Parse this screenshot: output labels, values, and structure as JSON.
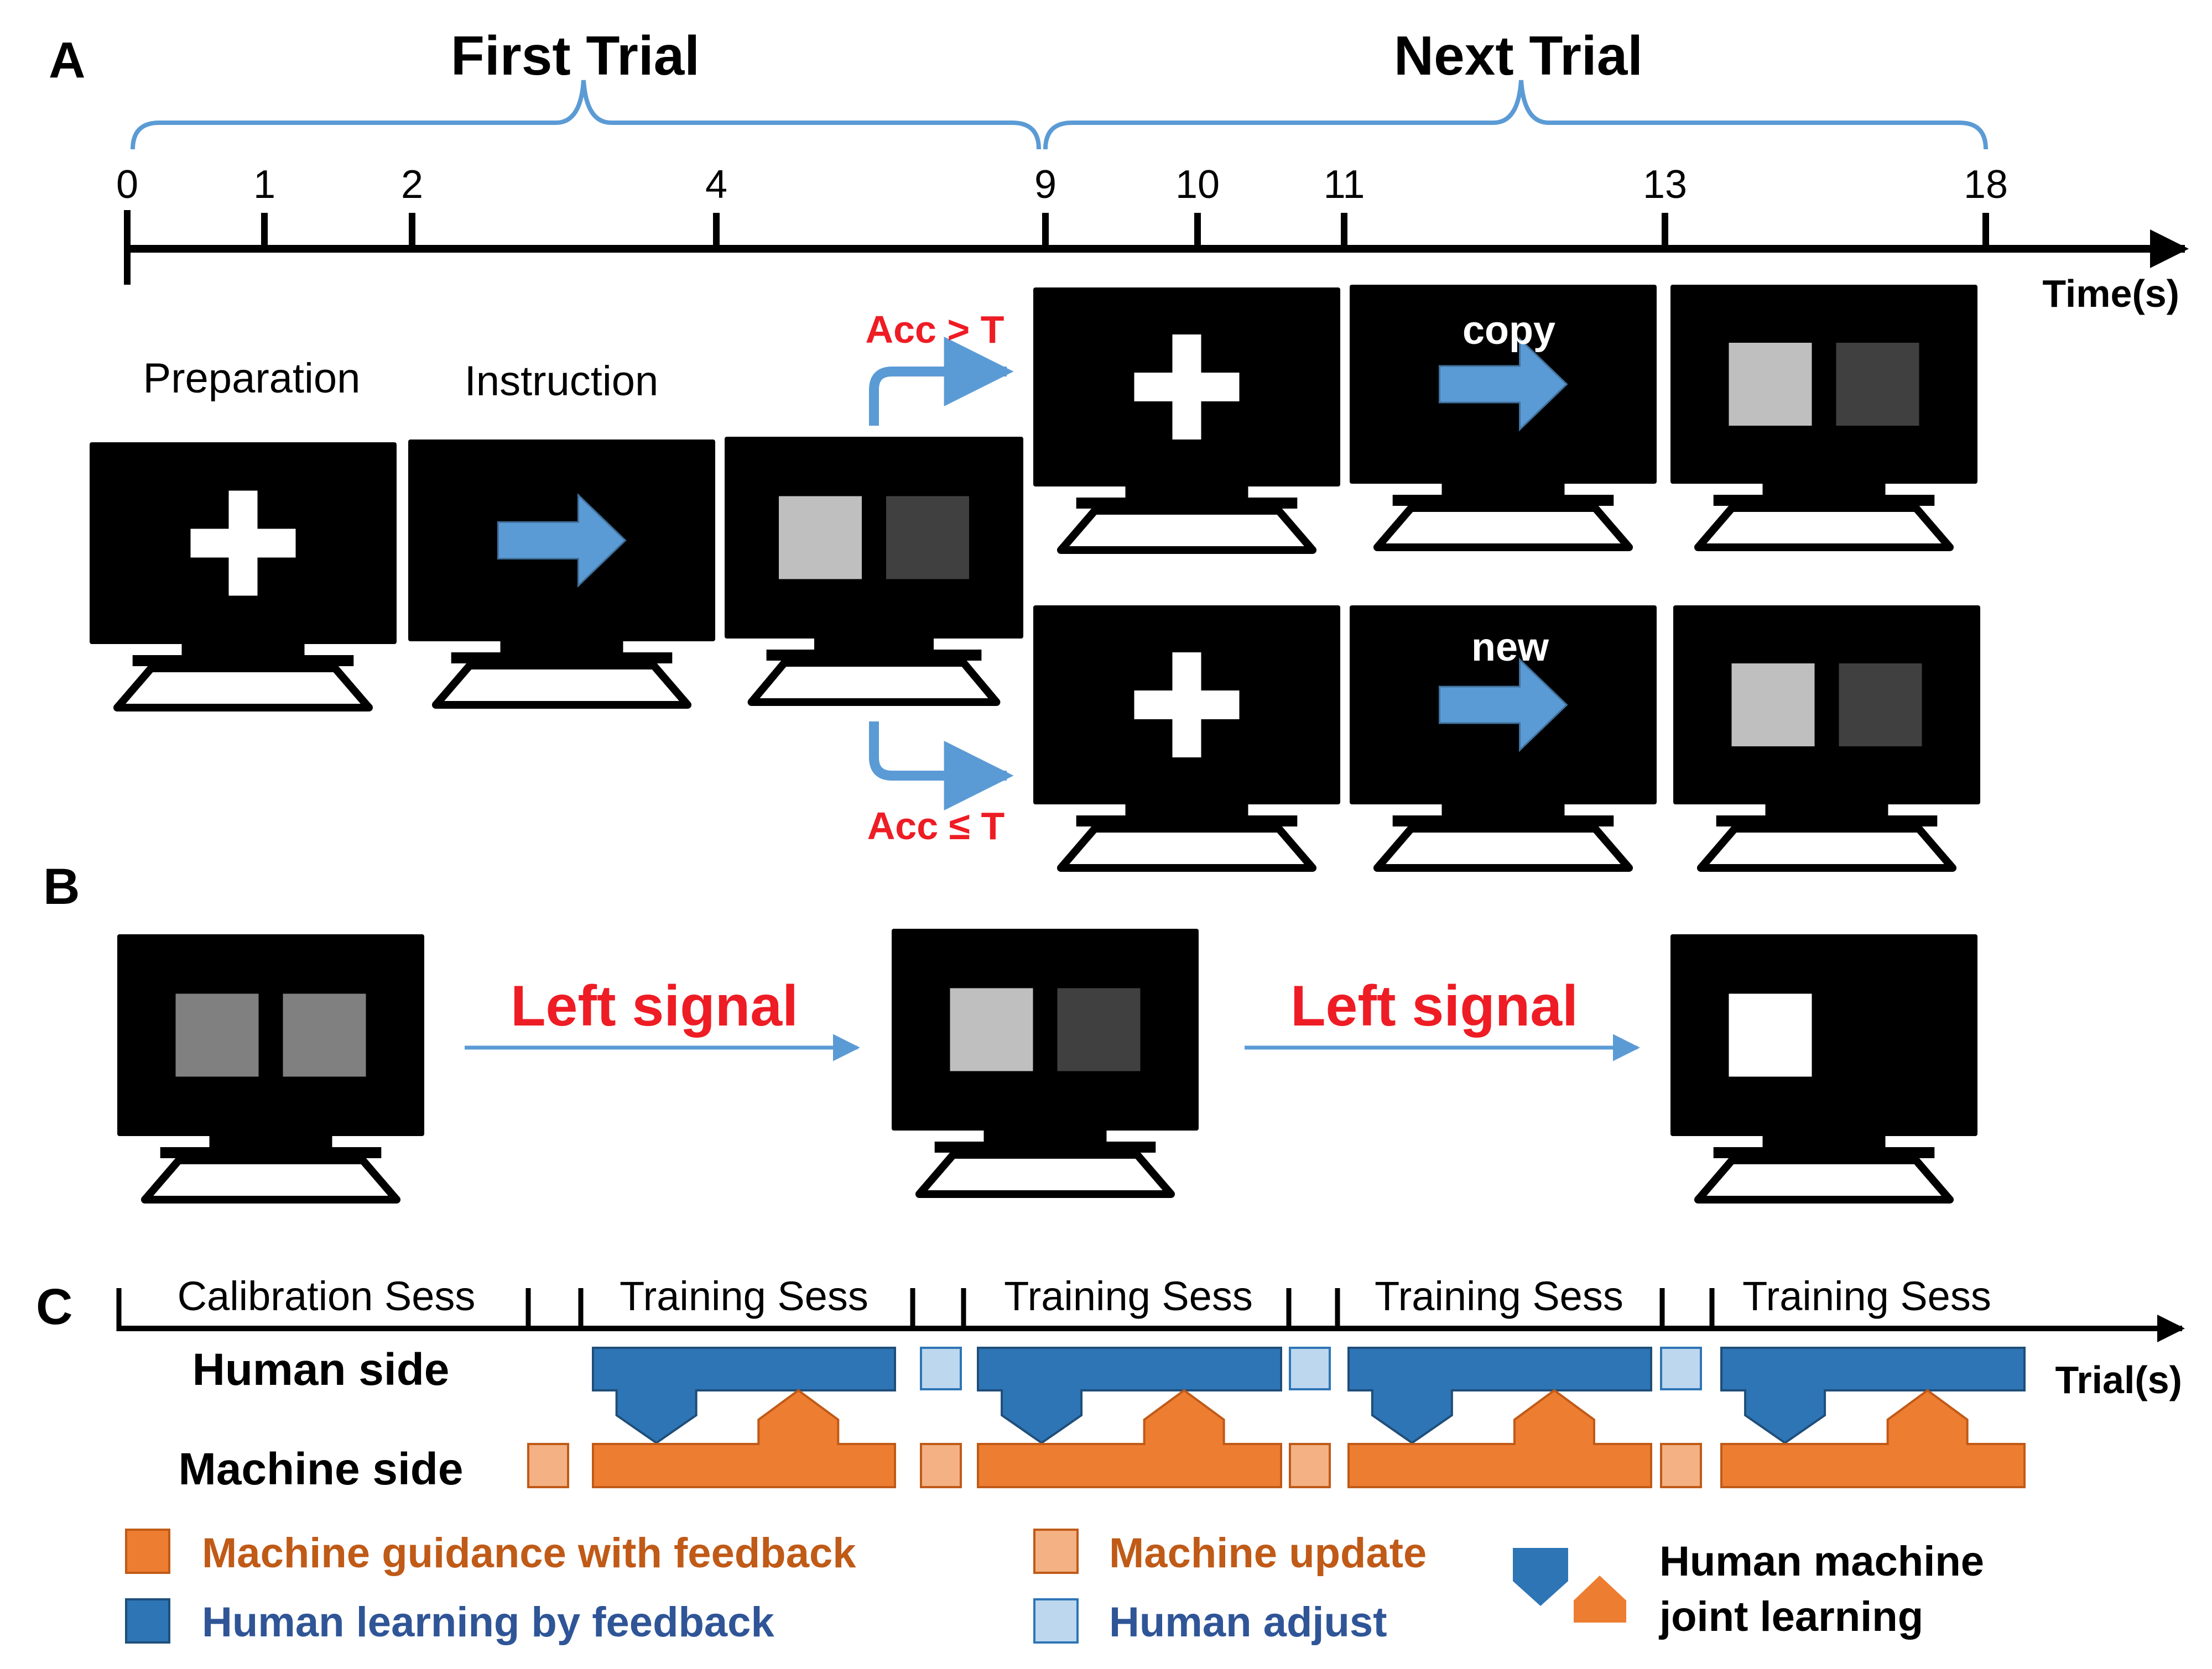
{
  "panel_a": {
    "label": "A",
    "first_trial": "First Trial",
    "next_trial": "Next Trial",
    "ticks": [
      "0",
      "1",
      "2",
      "4",
      "9",
      "10",
      "11",
      "13",
      "18"
    ],
    "axis_unit": "Time(s)",
    "preparation": "Preparation",
    "instruction": "Instruction",
    "acc_high": "Acc > T",
    "acc_low": "Acc ≤ T",
    "copy": "copy",
    "new": "new"
  },
  "panel_b": {
    "label": "B",
    "signal_1": "Left signal",
    "signal_2": "Left signal"
  },
  "panel_c": {
    "label": "C",
    "sessions": [
      "Calibration Sess",
      "Training Sess",
      "Training Sess",
      "Training Sess",
      "Training Sess"
    ],
    "human_side": "Human side",
    "machine_side": "Machine side",
    "axis_unit": "Trial(s)",
    "legend": {
      "machine_guidance": "Machine guidance with feedback",
      "machine_update": "Machine update",
      "human_learning": "Human learning by feedback",
      "human_adjust": "Human adjust",
      "joint_line1": "Human machine",
      "joint_line2": "joint learning"
    }
  },
  "colors": {
    "blue_arrow": "#5b9bd5",
    "blue_dark": "#2e75b6",
    "blue_light": "#bdd7ee",
    "orange": "#ed7d31",
    "orange_light": "#f4b183",
    "red_text": "#ee1c24"
  }
}
